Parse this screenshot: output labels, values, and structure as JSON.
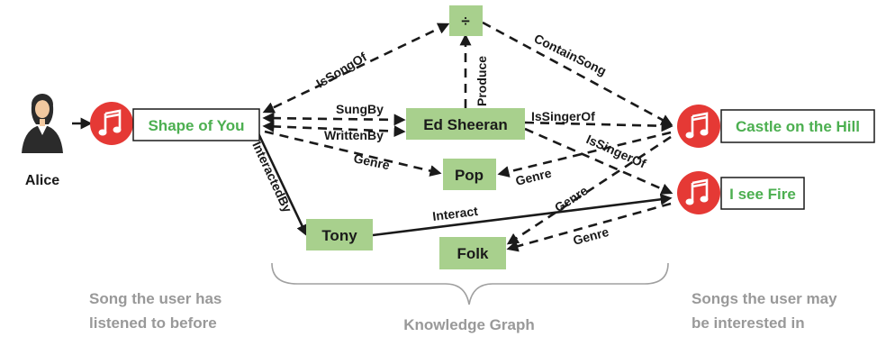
{
  "user": {
    "name": "Alice"
  },
  "nodes": {
    "source_song": "Shape of You",
    "singer": "Ed Sheeran",
    "genre_pop": "Pop",
    "genre_folk": "Folk",
    "other_user": "Tony",
    "album": "÷",
    "target_song_1": "Castle on the Hill",
    "target_song_2": "I see Fire"
  },
  "edges": {
    "is_song_of": "IsSongOf",
    "contain_song": "ContainSong",
    "produce": "Produce",
    "sung_by": "SungBy",
    "written_by": "WrittenBy",
    "is_singer_of_1": "IsSingerOf",
    "is_singer_of_2": "IsSingerOf",
    "genre_1": "Genre",
    "genre_2": "Genre",
    "genre_3": "Genre",
    "genre_4": "Genre",
    "interacted_by": "InteractedBy",
    "interact": "Interact"
  },
  "captions": {
    "left_line1": "Song the user has",
    "left_line2": "listened to before",
    "middle": "Knowledge Graph",
    "right_line1": "Songs the user may",
    "right_line2": "be interested in"
  },
  "colors": {
    "node_fill": "#a8d08d",
    "song_text": "#4caf50",
    "music_icon": "#e53935",
    "caption": "#999999"
  }
}
